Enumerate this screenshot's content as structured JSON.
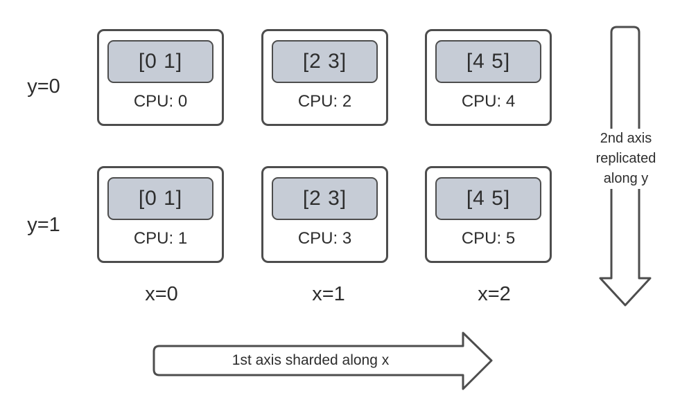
{
  "colors": {
    "border": "#4d4d4d",
    "shard_fill": "#c6ccd6",
    "text": "#2d2d2d",
    "background": "#ffffff"
  },
  "row_labels": [
    "y=0",
    "y=1"
  ],
  "col_labels": [
    "x=0",
    "x=1",
    "x=2"
  ],
  "devices": [
    {
      "shard": "[0 1]",
      "cpu": "CPU: 0"
    },
    {
      "shard": "[2 3]",
      "cpu": "CPU: 2"
    },
    {
      "shard": "[4 5]",
      "cpu": "CPU: 4"
    },
    {
      "shard": "[0 1]",
      "cpu": "CPU: 1"
    },
    {
      "shard": "[2 3]",
      "cpu": "CPU: 3"
    },
    {
      "shard": "[4 5]",
      "cpu": "CPU: 5"
    }
  ],
  "annotations": {
    "y_axis": {
      "label": "2nd axis replicated along y",
      "lines": [
        "2nd axis",
        "replicated",
        "along y"
      ]
    },
    "x_axis": {
      "label": "1st axis sharded along x"
    }
  }
}
